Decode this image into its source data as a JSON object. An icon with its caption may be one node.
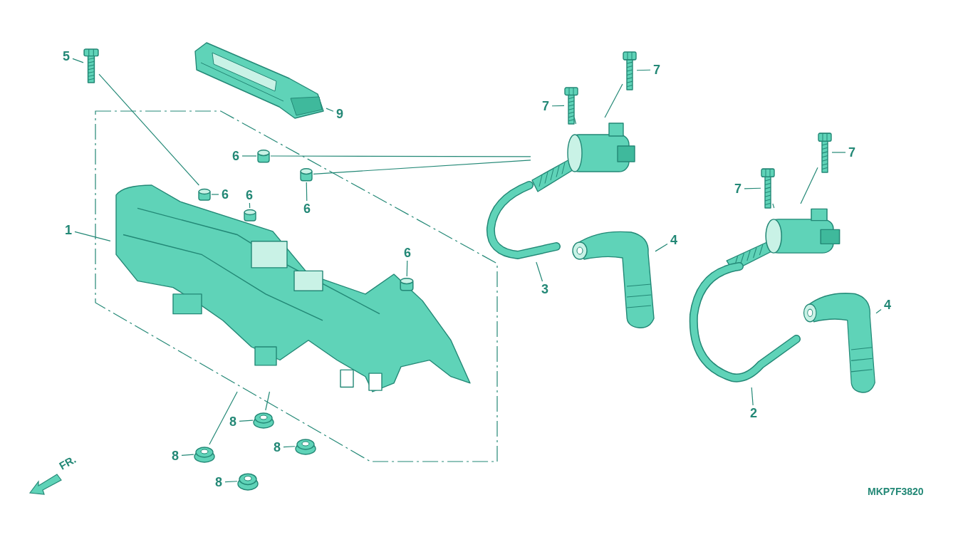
{
  "diagram": {
    "nodes": [
      {
        "text": [
          "5"
        ]
      },
      {
        "text": [],
        "shape": "picture"
      },
      {
        "text": [],
        "shape": "picture"
      },
      {
        "text": [
          "9"
        ]
      },
      {
        "text": [
          "7"
        ]
      },
      {
        "text": [],
        "shape": "picture"
      },
      {
        "text": [
          "7"
        ]
      },
      {
        "text": [],
        "shape": "picture"
      },
      {
        "text": [
          "6"
        ]
      },
      {
        "text": [],
        "shape": "cylinder"
      },
      {
        "text": [],
        "shape": "cylinder"
      },
      {
        "text": [
          "6"
        ]
      },
      {
        "text": [
          "6"
        ]
      },
      {
        "text": [],
        "shape": "cylinder"
      },
      {
        "text": [],
        "shape": "cylinder"
      },
      {
        "text": [
          "6"
        ]
      },
      {
        "text": [],
        "shape": "picture"
      },
      {
        "text": [
          "1"
        ]
      },
      {
        "text": [],
        "shape": "picture"
      },
      {
        "text": [],
        "shape": "picture"
      },
      {
        "text": [],
        "shape": "picture"
      },
      {
        "text": [
          "4"
        ]
      },
      {
        "text": [
          "3"
        ]
      },
      {
        "text": [
          "6"
        ]
      },
      {
        "text": [],
        "shape": "cylinder"
      },
      {
        "text": [
          "7"
        ]
      },
      {
        "text": [],
        "shape": "picture"
      },
      {
        "text": [
          "7"
        ]
      },
      {
        "text": [],
        "shape": "picture"
      },
      {
        "text": [],
        "shape": "picture"
      },
      {
        "text": [],
        "shape": "picture"
      },
      {
        "text": [
          "4"
        ]
      },
      {
        "text": [],
        "shape": "picture"
      },
      {
        "text": [
          "2"
        ]
      },
      {
        "text": [
          "8"
        ]
      },
      {
        "text": [],
        "shape": "circle"
      },
      {
        "text": [
          "8"
        ]
      },
      {
        "text": [],
        "shape": "circle"
      },
      {
        "text": [
          "8"
        ]
      },
      {
        "text": [],
        "shape": "circle"
      },
      {
        "text": [
          "8"
        ]
      },
      {
        "text": [],
        "shape": "circle"
      }
    ],
    "edges": [
      {
        "from": 0,
        "to": 1,
        "arrow": "none"
      },
      {
        "from": 3,
        "to": 2,
        "arrow": "none"
      },
      {
        "from": 4,
        "to": 5,
        "arrow": "none"
      },
      {
        "from": 6,
        "to": 7,
        "arrow": "none"
      },
      {
        "from": 8,
        "to": 9,
        "arrow": "none"
      },
      {
        "from": 11,
        "to": 10,
        "arrow": "none"
      },
      {
        "from": 12,
        "to": 13,
        "arrow": "none"
      },
      {
        "from": 15,
        "to": 14,
        "arrow": "none"
      },
      {
        "from": 17,
        "to": 18,
        "arrow": "none"
      },
      {
        "from": 21,
        "to": 20,
        "arrow": "none"
      },
      {
        "from": 22,
        "to": 19,
        "arrow": "none"
      },
      {
        "from": 23,
        "to": 24,
        "arrow": "none"
      },
      {
        "from": 25,
        "to": 26,
        "arrow": "none"
      },
      {
        "from": 27,
        "to": 28,
        "arrow": "none"
      },
      {
        "from": 31,
        "to": 30,
        "arrow": "none"
      },
      {
        "from": 33,
        "to": 32,
        "arrow": "none"
      },
      {
        "from": 34,
        "to": 35,
        "arrow": "none"
      },
      {
        "from": 36,
        "to": 37,
        "arrow": "none"
      },
      {
        "from": 38,
        "to": 39,
        "arrow": "none"
      },
      {
        "from": 40,
        "to": 41,
        "arrow": "none"
      },
      {
        "from": 1,
        "to": 18,
        "arrow": "none"
      },
      {
        "from": 9,
        "to": 16,
        "arrow": "none"
      },
      {
        "from": 14,
        "to": 16,
        "arrow": "none"
      },
      {
        "from": 5,
        "to": 16,
        "arrow": "none"
      },
      {
        "from": 7,
        "to": 16,
        "arrow": "none"
      },
      {
        "from": 26,
        "to": 29,
        "arrow": "none"
      },
      {
        "from": 28,
        "to": 29,
        "arrow": "none"
      },
      {
        "from": 35,
        "to": 18,
        "arrow": "none"
      },
      {
        "from": 37,
        "to": 18,
        "arrow": "none"
      }
    ],
    "labels": [
      "FR.",
      "MKP7F3820"
    ]
  }
}
